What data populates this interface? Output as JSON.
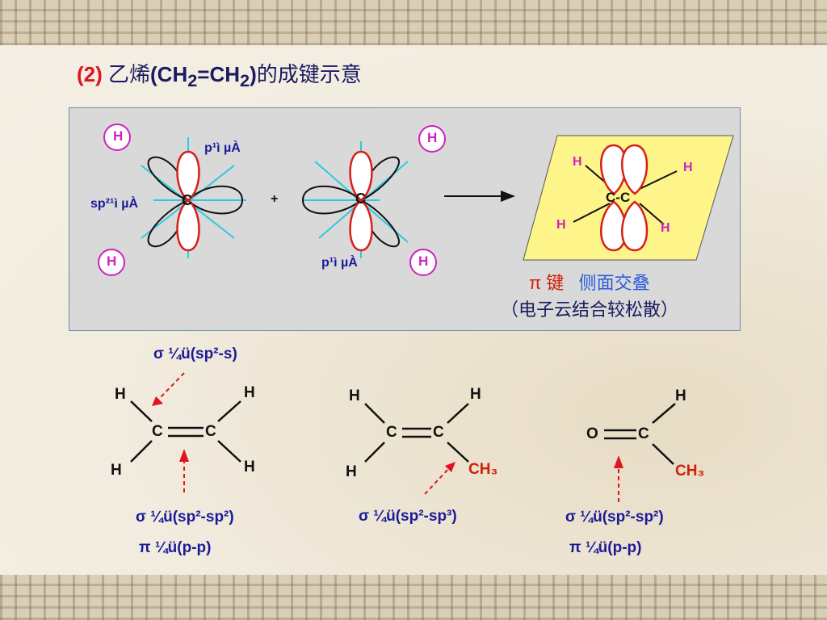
{
  "title": {
    "num": "(2)",
    "text_zh": " 乙烯",
    "formula": "(CH",
    "sub1": "2",
    "mid": "=CH",
    "sub2": "2",
    "close": ")",
    "rest_zh": "的成键示意"
  },
  "panel": {
    "atom_h": "H",
    "atom_c": "C",
    "plus": "+",
    "label_p_top": "p¹ì µÀ",
    "label_sp2": "sp²¹ì µÀ",
    "label_p_bottom": "p¹ì µÀ",
    "cc": "C-C",
    "pi_symbol": "π 键",
    "overlap": "侧面交叠",
    "note": "（电子云结合较松散）"
  },
  "examples": {
    "sigma_top": "σ ¼ü(sp²-s)",
    "ethylene_sigma": "σ ¼ü(sp²-sp²)",
    "ethylene_pi": "π ¼ü(p-p)",
    "propene_sigma": "σ ¼ü(sp²-sp³)",
    "aldehyde_sigma": "σ ¼ü(sp²-sp²)",
    "aldehyde_pi": "π ¼ü(p-p)",
    "h": "H",
    "c": "C",
    "o": "O",
    "ch3": "CH₃"
  },
  "colors": {
    "title_text": "#1a1a60",
    "accent_red": "#e0141e",
    "orbital_red": "#d8201a",
    "h_magenta": "#d020c0",
    "sp2_cyan": "#30c8e0",
    "label_blue": "#1a1a9a",
    "pi_plane": "#fdf58a"
  }
}
